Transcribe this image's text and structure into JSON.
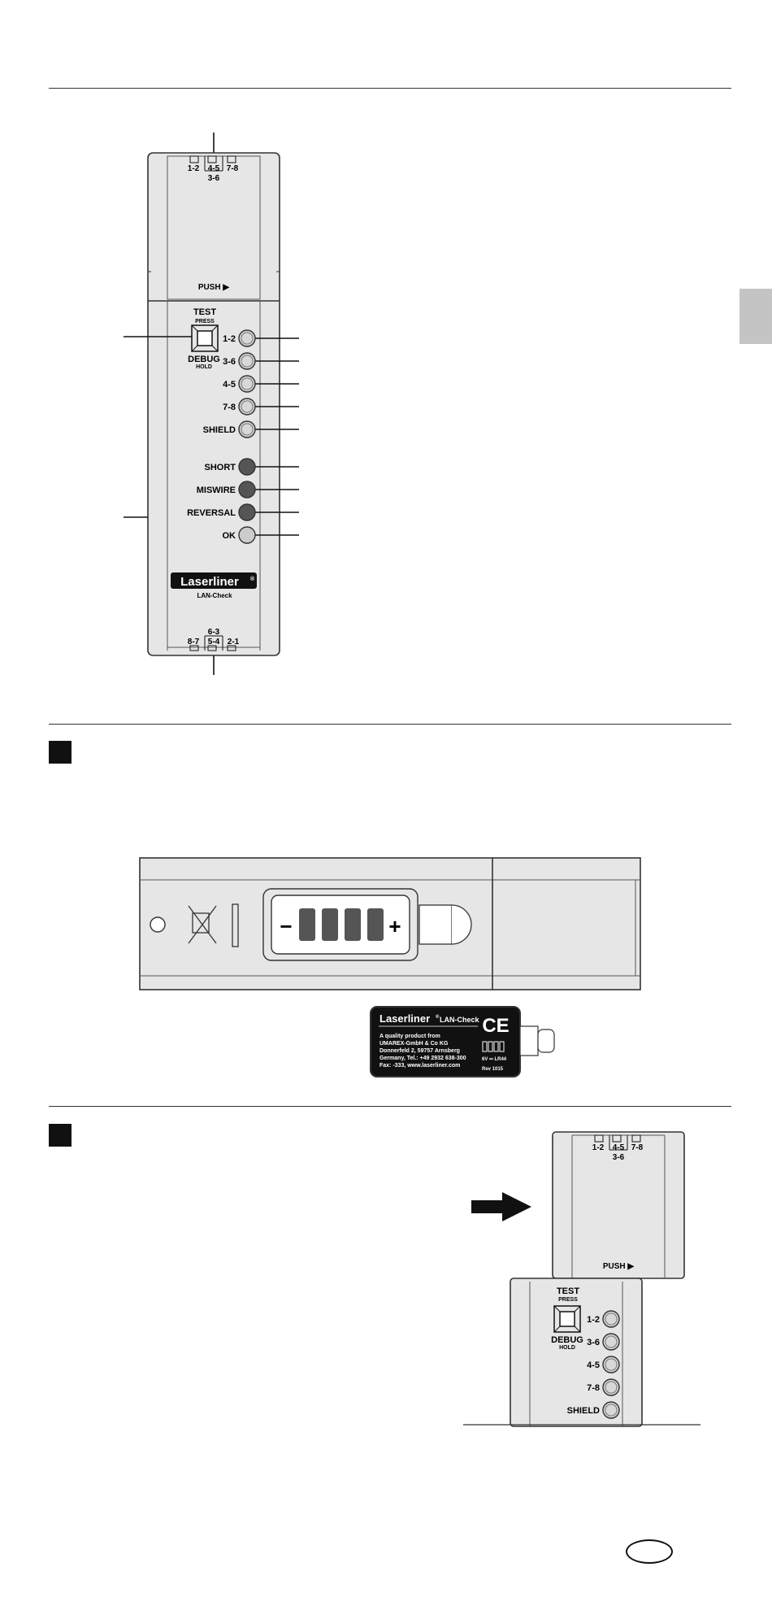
{
  "device": {
    "brand": "Laserliner",
    "brand_mark": "®",
    "model": "LAN-Check",
    "top_ports": {
      "left": "1-2",
      "center": "4-5",
      "right": "7-8",
      "below": "3-6"
    },
    "bottom_ports": {
      "above": "6-3",
      "left": "8-7",
      "center": "5-4",
      "right": "2-1"
    },
    "push_label": "PUSH ▶",
    "button": {
      "top": "TEST",
      "top_sub": "PRESS",
      "bottom": "DEBUG",
      "bottom_sub": "HOLD"
    },
    "leds_pairs": [
      "1-2",
      "3-6",
      "4-5",
      "7-8",
      "SHIELD"
    ],
    "leds_status": [
      "SHORT",
      "MISWIRE",
      "REVERSAL",
      "OK"
    ]
  },
  "battery": {
    "minus": "−",
    "plus": "+"
  },
  "label_plate": {
    "brand": "Laserliner",
    "mark": "®",
    "model": "LAN-Check",
    "ce": "CE",
    "lines": [
      "A quality product from",
      "UMAREX-GmbH & Co KG",
      "Donnerfeld 2, 59757 Arnsberg",
      "Germany, Tel.: +49 2932 638-300",
      "Fax: -333, www.laserliner.com"
    ],
    "battery_spec": "6V ⎓ LR44",
    "rev": "Rev 1015"
  }
}
